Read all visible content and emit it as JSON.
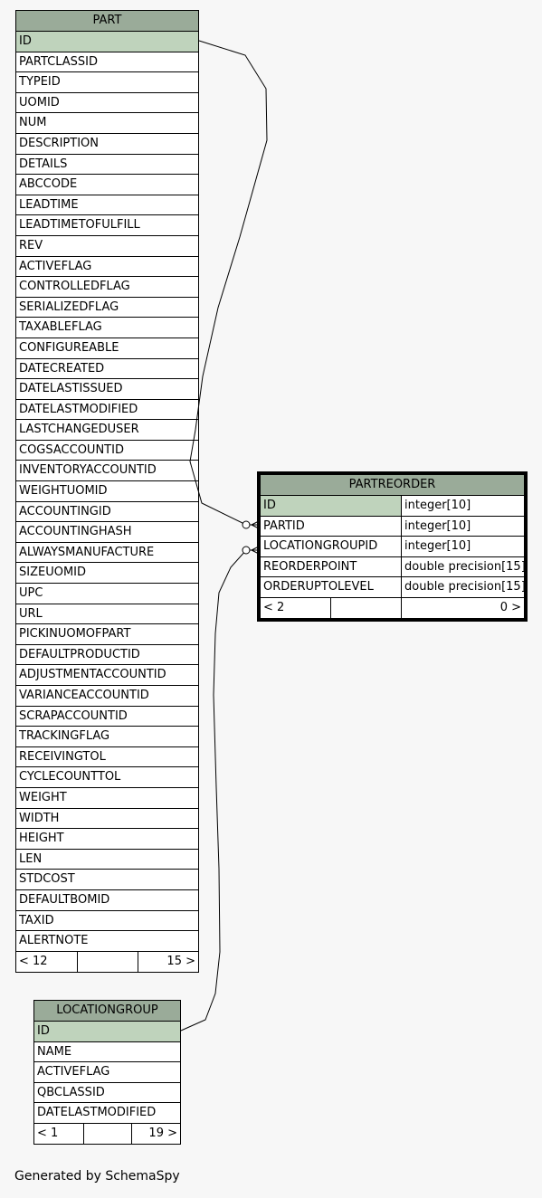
{
  "tables": {
    "part": {
      "title": "PART",
      "columns": [
        "ID",
        "PARTCLASSID",
        "TYPEID",
        "UOMID",
        "NUM",
        "DESCRIPTION",
        "DETAILS",
        "ABCCODE",
        "LEADTIME",
        "LEADTIMETOFULFILL",
        "REV",
        "ACTIVEFLAG",
        "CONTROLLEDFLAG",
        "SERIALIZEDFLAG",
        "TAXABLEFLAG",
        "CONFIGUREABLE",
        "DATECREATED",
        "DATELASTISSUED",
        "DATELASTMODIFIED",
        "LASTCHANGEDUSER",
        "COGSACCOUNTID",
        "INVENTORYACCOUNTID",
        "WEIGHTUOMID",
        "ACCOUNTINGID",
        "ACCOUNTINGHASH",
        "ALWAYSMANUFACTURE",
        "SIZEUOMID",
        "UPC",
        "URL",
        "PICKINUOMOFPART",
        "DEFAULTPRODUCTID",
        "ADJUSTMENTACCOUNTID",
        "VARIANCEACCOUNTID",
        "SCRAPACCOUNTID",
        "TRACKINGFLAG",
        "RECEIVINGTOL",
        "CYCLECOUNTTOL",
        "WEIGHT",
        "WIDTH",
        "HEIGHT",
        "LEN",
        "STDCOST",
        "DEFAULTBOMID",
        "TAXID",
        "ALERTNOTE"
      ],
      "footer_left": "< 12",
      "footer_right": "15 >"
    },
    "partreorder": {
      "title": "PARTREORDER",
      "columns": [
        {
          "name": "ID",
          "type": "integer[10]"
        },
        {
          "name": "PARTID",
          "type": "integer[10]"
        },
        {
          "name": "LOCATIONGROUPID",
          "type": "integer[10]"
        },
        {
          "name": "REORDERPOINT",
          "type": "double precision[15]"
        },
        {
          "name": "ORDERUPTOLEVEL",
          "type": "double precision[15]"
        }
      ],
      "footer_left": "< 2",
      "footer_right": "0 >"
    },
    "locationgroup": {
      "title": "LOCATIONGROUP",
      "columns": [
        "ID",
        "NAME",
        "ACTIVEFLAG",
        "QBCLASSID",
        "DATELASTMODIFIED"
      ],
      "footer_left": "< 1",
      "footer_right": "19 >"
    }
  },
  "generated_by": "Generated by SchemaSpy",
  "colors": {
    "background": "#f7f7f7",
    "table_header": "#9aab99",
    "primary_key_row": "#bfd3bc"
  }
}
